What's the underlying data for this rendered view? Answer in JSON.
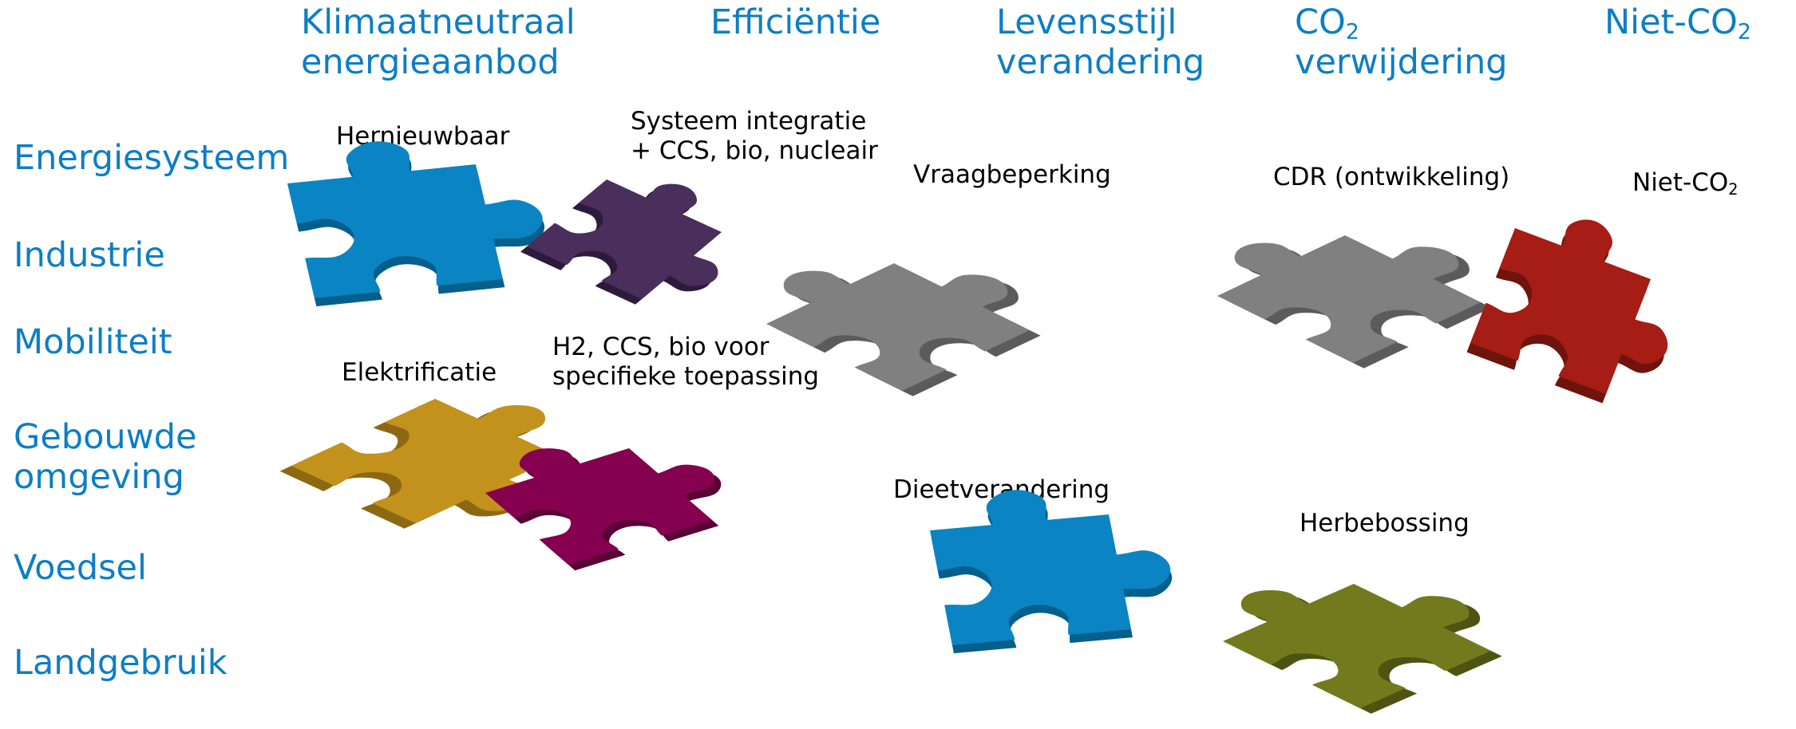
{
  "columns": {
    "klimaatneutraal_line1": "Klimaatneutraal",
    "klimaatneutraal_line2": "energieaanbod",
    "efficientie": "Efficiëntie",
    "levensstijl_line1": "Levensstijl",
    "levensstijl_line2": "verandering",
    "co2_main": "CO",
    "co2_sub": "2",
    "co2_line2": "verwijdering",
    "nietco2_main": "Niet-CO",
    "nietco2_sub": "2"
  },
  "rows": {
    "energiesysteem": "Energiesysteem",
    "industrie": "Industrie",
    "mobiliteit": "Mobiliteit",
    "gebouwde_line1": "Gebouwde",
    "gebouwde_line2": "omgeving",
    "voedsel": "Voedsel",
    "landgebruik": "Landgebruik"
  },
  "pieces": {
    "hernieuwbaar": {
      "label": "Hernieuwbaar",
      "color": "#0a84c3"
    },
    "systeem_integratie": {
      "label_line1": "Systeem integratie",
      "label_line2": "+ CCS, bio, nucleair",
      "color": "#4a2e5c"
    },
    "elektrificatie": {
      "label": "Elektrificatie",
      "color": "#c3921c"
    },
    "h2_ccs": {
      "label_line1": "H2, CCS, bio voor",
      "label_line2": "specifieke toepassing",
      "color": "#850150"
    },
    "vraagbeperking": {
      "label": "Vraagbeperking",
      "color": "#808080"
    },
    "dieetverandering": {
      "label": "Dieetverandering",
      "color": "#0a84c3"
    },
    "cdr": {
      "label": "CDR (ontwikkeling)",
      "color": "#808080"
    },
    "herbebossing": {
      "label": "Herbebossing",
      "color": "#737a1d"
    },
    "niet_co2": {
      "label_main": "Niet-CO",
      "label_sub": "2",
      "color": "#a51d14"
    }
  }
}
